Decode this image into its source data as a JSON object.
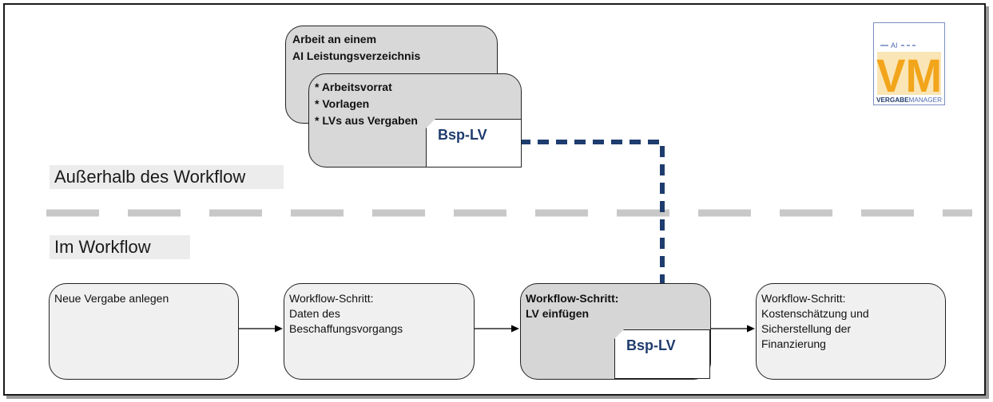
{
  "title_outside": "Außerhalb des Workflow",
  "title_inside": "Im Workflow",
  "outside_card": {
    "heading": "Arbeit an einem\nAI Leistungsverzeichnis",
    "bullets": "* Arbeitsvorrat\n* Vorlagen\n* LVs aus Vergaben",
    "doc_label": "Bsp-LV"
  },
  "steps": [
    {
      "text": "Neue Vergabe anlegen"
    },
    {
      "text": "Workflow-Schritt:\nDaten des\nBeschaffungsvorgangs"
    },
    {
      "text": "Workflow-Schritt:\nLV einfügen",
      "doc_label": "Bsp-LV"
    },
    {
      "text": "Workflow-Schritt:\nKostenschätzung und\nSicherstellung der\nFinanzierung"
    }
  ],
  "logo": {
    "top_text": "AI",
    "letters": "VM",
    "wordmark_a": "VERGABE",
    "wordmark_b": "MANAGER"
  },
  "colors": {
    "accent_blue": "#1f3c6e",
    "logo_yellow": "#f2a51a",
    "divider_gray": "#c8c8c8"
  }
}
